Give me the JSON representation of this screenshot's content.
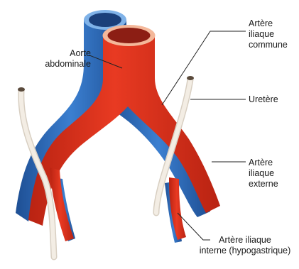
{
  "labels": {
    "aorta": {
      "line1": "Aorte",
      "line2": "abdominale"
    },
    "common_iliac": {
      "line1": "Artère",
      "line2": "iliaque",
      "line3": "commune"
    },
    "ureter": {
      "line1": "Uretère"
    },
    "external_iliac": {
      "line1": "Artère",
      "line2": "iliaque",
      "line3": "externe"
    },
    "internal_iliac": {
      "line1": "Artère iliaque",
      "line2": "interne (hypogastrique)"
    }
  },
  "colors": {
    "artery": "#e0321e",
    "artery_dark": "#a81c10",
    "artery_lumen": "#8c1e14",
    "vein": "#2f6fc0",
    "vein_dark": "#1e4f94",
    "vein_lumen": "#1a3f7a",
    "ureter": "#efe8de",
    "leader_line": "#222222"
  }
}
